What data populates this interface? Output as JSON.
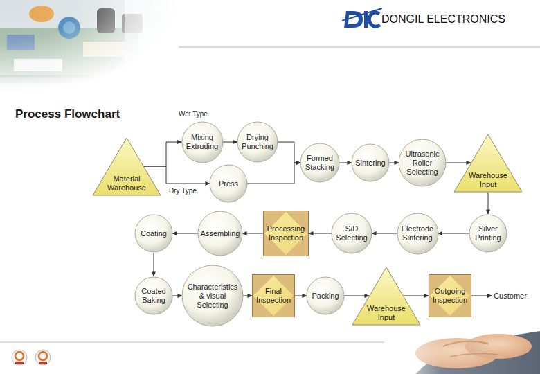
{
  "diagram": {
    "title": "Process Flowchart",
    "nodes": [
      {
        "text": [
          "Material Warehouse"
        ]
      },
      {
        "text": [
          "Mixing Extruding"
        ]
      },
      {
        "text": [
          "Drying Punching"
        ]
      },
      {
        "text": [
          "Press"
        ]
      },
      {
        "text": [
          "Formed Stacking"
        ]
      },
      {
        "text": [
          "Sintering"
        ]
      },
      {
        "text": [
          "Ultrasonic Roller Selecting"
        ]
      },
      {
        "text": [
          "Warehouse Input"
        ]
      },
      {
        "text": [
          "Coating"
        ]
      },
      {
        "text": [
          "Assembling"
        ]
      },
      {
        "text": [
          "Processing Inspection"
        ]
      },
      {
        "text": [
          "S/D Selecting"
        ]
      },
      {
        "text": [
          "Electrode Sintering"
        ]
      },
      {
        "text": [
          "Silver Printing"
        ]
      },
      {
        "text": [
          "Coated Baking"
        ]
      },
      {
        "text": [
          "Characteristics & visual Selecting"
        ]
      },
      {
        "text": [
          "Final Inspection"
        ]
      },
      {
        "text": [
          "Packing"
        ]
      },
      {
        "text": [
          "Warehouse Input"
        ]
      },
      {
        "text": [
          "Outgoing Inspection"
        ]
      },
      {
        "text": [
          "Customer"
        ]
      }
    ],
    "edges": [
      {
        "from": 0,
        "to": 1,
        "arrow": "to"
      },
      {
        "from": 0,
        "to": 3,
        "arrow": "to"
      },
      {
        "from": 1,
        "to": 2,
        "arrow": "to"
      },
      {
        "from": 2,
        "to": 4,
        "arrow": "to"
      },
      {
        "from": 3,
        "to": 4,
        "arrow": "to"
      },
      {
        "from": 4,
        "to": 5,
        "arrow": "to"
      },
      {
        "from": 5,
        "to": 6,
        "arrow": "to"
      },
      {
        "from": 6,
        "to": 7,
        "arrow": "to"
      },
      {
        "from": 7,
        "to": 13,
        "arrow": "to"
      },
      {
        "from": 13,
        "to": 12,
        "arrow": "to"
      },
      {
        "from": 12,
        "to": 11,
        "arrow": "to"
      },
      {
        "from": 11,
        "to": 10,
        "arrow": "to"
      },
      {
        "from": 10,
        "to": 9,
        "arrow": "to"
      },
      {
        "from": 9,
        "to": 8,
        "arrow": "to"
      },
      {
        "from": 8,
        "to": 14,
        "arrow": "to"
      },
      {
        "from": 14,
        "to": 15,
        "arrow": "to"
      },
      {
        "from": 15,
        "to": 16,
        "arrow": "to"
      },
      {
        "from": 16,
        "to": 17,
        "arrow": "to"
      },
      {
        "from": 17,
        "to": 18,
        "arrow": "to"
      },
      {
        "from": 18,
        "to": 19,
        "arrow": "to"
      },
      {
        "from": 19,
        "to": 20,
        "arrow": "to"
      }
    ],
    "labels": [
      "DONGIL ELECTRONICS",
      "Wet Type",
      "Dry Type"
    ]
  }
}
